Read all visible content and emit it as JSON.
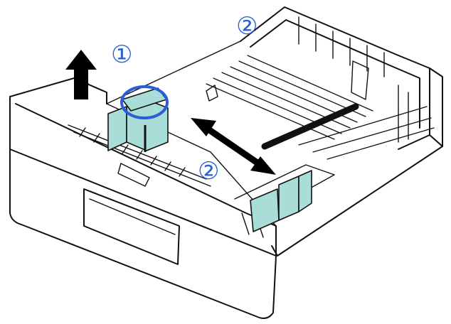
{
  "colors": {
    "callout": "#2b5fd9",
    "guide_fill": "#a9ded8",
    "outline": "#111111",
    "arrow": "#000000"
  },
  "callouts": {
    "step1": "①",
    "step2_top": "②",
    "step2_bottom": "②"
  },
  "icons": {
    "up_arrow": "up-arrow-icon",
    "double_arrow": "double-arrow-icon"
  }
}
